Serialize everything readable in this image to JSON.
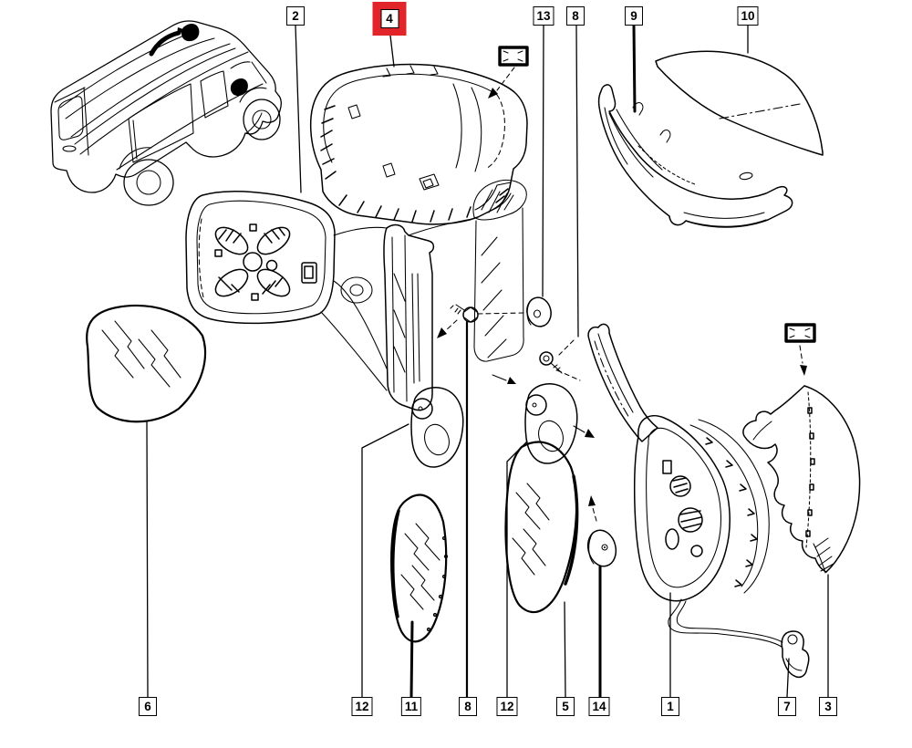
{
  "diagram": {
    "type": "exploded-parts-diagram",
    "background_color": "#ffffff",
    "line_color": "#000000",
    "highlight_color": "#e2252b",
    "highlighted_callout": "4"
  },
  "callouts": {
    "top": [
      {
        "label": "2",
        "highlighted": false
      },
      {
        "label": "4",
        "highlighted": true
      },
      {
        "label": "13",
        "highlighted": false
      },
      {
        "label": "8",
        "highlighted": false
      },
      {
        "label": "9",
        "highlighted": false
      },
      {
        "label": "10",
        "highlighted": false
      }
    ],
    "bottom": [
      {
        "label": "6",
        "highlighted": false
      },
      {
        "label": "12",
        "highlighted": false
      },
      {
        "label": "11",
        "highlighted": false
      },
      {
        "label": "8",
        "highlighted": false
      },
      {
        "label": "12",
        "highlighted": false
      },
      {
        "label": "5",
        "highlighted": false
      },
      {
        "label": "14",
        "highlighted": false
      },
      {
        "label": "1",
        "highlighted": false
      },
      {
        "label": "7",
        "highlighted": false
      },
      {
        "label": "3",
        "highlighted": false
      }
    ]
  }
}
